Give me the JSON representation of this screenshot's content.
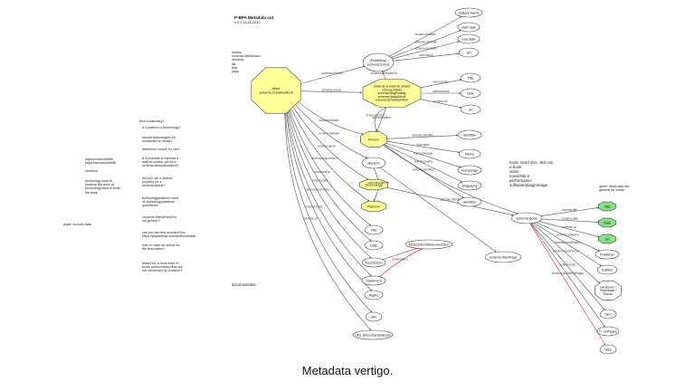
{
  "header": {
    "title": "P-BPA Metadata cut",
    "subtitle": "v 0.1 13-11-2010"
  },
  "caption": "Metadata vertigo.",
  "colors": {
    "yellow": "#ffff99",
    "green": "#88e088",
    "edge": "#555555",
    "edge_red": "#cc3333",
    "stroke": "#444444"
  },
  "nodes": {
    "work": "Work\nschema:CreativeWork",
    "exhibitions": "(Exhibition)\nschema:Event",
    "external": "(internal or external article)\nschema:Article\nschema:BlogPosting\nschema:NewsArticle\nschema:ScholarlyArticle",
    "gallery_name": "Gallery Name",
    "start_date": "start date",
    "end_date": "end date",
    "url_top": "Url",
    "title_top": "Title",
    "date_top": "Date",
    "url_mid": "Url",
    "person": "Person",
    "identifier": "Identifier",
    "name": "Name",
    "homepage": "Homepage",
    "biography": "Biography",
    "identifier2": "Identifier",
    "medium": "Medium",
    "technology": "Technology",
    "platform": "Platform",
    "title": "Title",
    "date": "Date",
    "description": "Description",
    "description_text": "Description/Statement text",
    "statement": "Statement",
    "rights": "Rights",
    "url": "URL",
    "url_docs": "URL (docs,translations)",
    "schemabook": "schema:Book",
    "webpage": "schema:WebPage",
    "book_title": "Title",
    "book_date": "Date",
    "book_url": "Url",
    "publisher": "Publisher",
    "edition": "Edition",
    "hardcover": "Hardcover /\nPaperback /\nEbook",
    "isbn": "Isbn",
    "pages": "n. of Pages",
    "size": "Size"
  },
  "edge_labels": {
    "e1": "schema:location",
    "e2": "schema:startDate",
    "e3": "schema:endDate",
    "e4": "schema:url",
    "e5": "schema:title",
    "e6": "schema:date",
    "e7": "schema:url",
    "e8": "schema:isPartOf",
    "e9": "schema:review",
    "e10": "schema:isRelatedTo",
    "e11": "schema:creator",
    "e12": "schema:author",
    "e13": "is about a Ppl?",
    "e14": "schema:identifier",
    "e15": "foaf:name",
    "e16": "foaf:homepage",
    "e17": "foaf:biography",
    "e18": "schema:identifier",
    "e19": "schema:medium",
    "e20": "schema:genre",
    "e21": "schema:requirement",
    "e22": "schema:platform",
    "e23": "schema:title",
    "e24": "schema:date",
    "e25": "schema:description",
    "e26": "schema:rights",
    "e27": "schema:url",
    "e28": "schema:citation",
    "e29": "schema:text",
    "e30": "schema:title",
    "e31": "schema:date",
    "e32": "schema:url",
    "e33": "schema:publisher",
    "e34": "schema:bookEdition",
    "e35": "schema:bookFormat",
    "e36": "schema:isbn",
    "e37": "schema:numberOfPages"
  },
  "notes": {
    "issues": "Issues:\nschema:hasVersion/\nversions\nlist\nthat\npdps",
    "left_top": "tech vocabulary?",
    "left_list": [
      "is it platform a technology?",
      "should technologies be\nconnected to media?",
      "determine source for urls?",
      "is it possible to express a\ndate-to-creator ppl for a\nschema:description(text)?",
      "did you use a distinct\nproperty for a\nschema:Article?",
      "technology/platform used\nvs technology/platform\nquestioned",
      "could be that isPartOf is\nnot generic?",
      "can you see text-encoded?/ex\nhttps://pepasemia.com/audio/medtak",
      "how to make an author for\nthe description?",
      "what if for a book there is\nsome author:edition that are\nnot mentioned as Creators?"
    ],
    "far_left": "pdpa:producedWith\npdpa:reproducedWith",
    "research": "research",
    "tech_used": "technology used to\nproduce the work vs\ntechnology used to fruite\nthe work",
    "xsd": "pdpa: xsd:w3c:data",
    "documentation": "documentation",
    "book_note": "book: need size, skin etc.\ne-book\nvideo\nnovel/site.n\nperformance\nsoftware/plaigroteage",
    "green_note": "green: items also are\ngeneral for media"
  }
}
